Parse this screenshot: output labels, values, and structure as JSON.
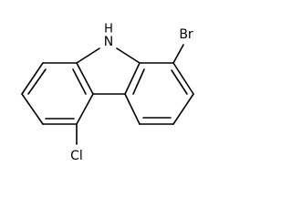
{
  "molecule": {
    "atoms": {
      "nh": "N\nH",
      "nh_n": "N",
      "nh_h": "H",
      "br": "Br",
      "cl": "Cl"
    },
    "line_color": "#000000",
    "background": "#ffffff"
  }
}
